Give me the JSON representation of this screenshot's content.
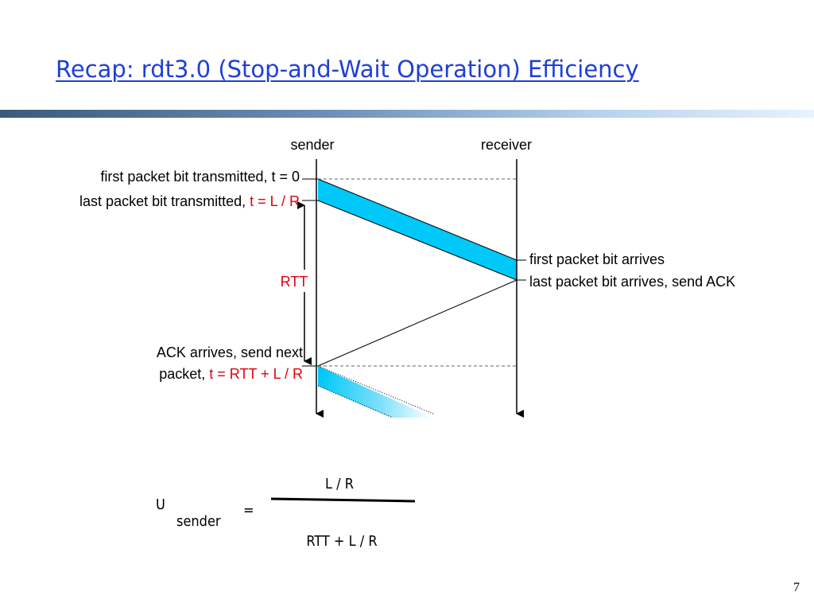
{
  "title": "Recap: rdt3.0 (Stop-and-Wait Operation) Efficiency",
  "colors": {
    "title": "#1f3fd6",
    "highlight": "#e0000f",
    "packet_fill": "#00c8f8",
    "text": "#000000"
  },
  "diagram": {
    "sender_label": "sender",
    "receiver_label": "receiver",
    "first_bit_sent_label": "first packet bit transmitted, t = 0",
    "last_bit_sent_prefix": "last packet bit transmitted, ",
    "last_bit_sent_time": "t = L / R",
    "rtt_label": "RTT",
    "first_bit_arrives_label": "first packet bit arrives",
    "last_bit_arrives_label": "last packet bit arrives, send ACK",
    "ack_arrives_line1": "ACK arrives, send next",
    "ack_arrives_line2_prefix": "packet, ",
    "ack_arrives_time": "t = RTT + L / R"
  },
  "formula": {
    "lhs_symbol": "U",
    "lhs_subscript": "sender",
    "equals": "=",
    "numerator": "L / R",
    "denominator": "RTT + L / R"
  },
  "page_number": "7"
}
